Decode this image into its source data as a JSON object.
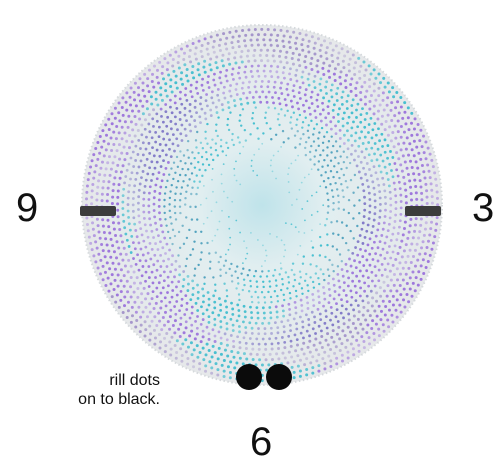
{
  "clock_labels": {
    "nine": "9",
    "three": "3",
    "six": "6"
  },
  "instruction": {
    "line1": "rill dots",
    "line2": "on to black."
  },
  "dial": {
    "colors": {
      "purple": "#8c5ad8",
      "teal": "#1fb4c8",
      "navy": "#3a6a9a",
      "dial_fill": "#e9eced",
      "center_glow": "#bfe3ea"
    }
  }
}
